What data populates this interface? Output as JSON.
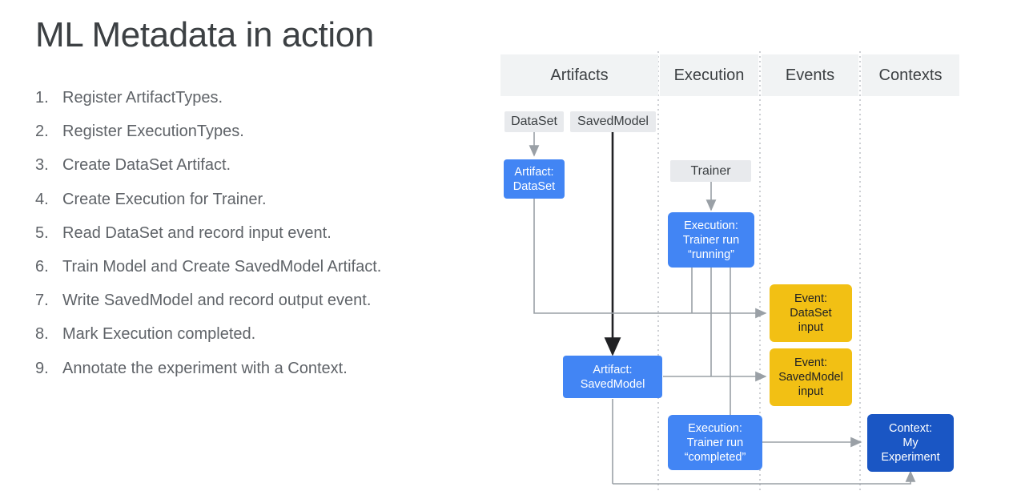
{
  "slide": {
    "title": "ML Metadata in action"
  },
  "steps": [
    {
      "num": "1.",
      "text": "Register ArtifactTypes."
    },
    {
      "num": "2.",
      "text": "Register ExecutionTypes."
    },
    {
      "num": "3.",
      "text": "Create DataSet Artifact."
    },
    {
      "num": "4.",
      "text": "Create Execution for Trainer."
    },
    {
      "num": "5.",
      "text": "Read DataSet and record input event."
    },
    {
      "num": "6.",
      "text": "Train Model and Create SavedModel Artifact."
    },
    {
      "num": "7.",
      "text": "Write SavedModel and record output event."
    },
    {
      "num": "8.",
      "text": "Mark Execution completed."
    },
    {
      "num": "9.",
      "text": "Annotate the experiment with a Context."
    }
  ],
  "diagram": {
    "columns": [
      {
        "label": "Artifacts"
      },
      {
        "label": "Execution"
      },
      {
        "label": "Events"
      },
      {
        "label": "Contexts"
      }
    ],
    "types": [
      {
        "label": "DataSet"
      },
      {
        "label": "SavedModel"
      },
      {
        "label": "Trainer"
      }
    ],
    "artifacts": [
      {
        "line1": "Artifact:",
        "line2": "DataSet"
      },
      {
        "line1": "Artifact:",
        "line2": "SavedModel"
      }
    ],
    "executions": [
      {
        "line1": "Execution:",
        "line2": "Trainer run",
        "line3": "“running”"
      },
      {
        "line1": "Execution:",
        "line2": "Trainer run",
        "line3": "“completed”"
      }
    ],
    "events": [
      {
        "line1": "Event:",
        "line2": "DataSet",
        "line3": "input"
      },
      {
        "line1": "Event:",
        "line2": "SavedModel",
        "line3": "input"
      }
    ],
    "contexts": [
      {
        "line1": "Context:",
        "line2": "My",
        "line3": "Experiment"
      }
    ],
    "colors": {
      "artifact": "#4285f4",
      "execution": "#4285f4",
      "event": "#f2c014",
      "context": "#1a56c4",
      "type_chip": "#e8eaed",
      "column_header": "#f1f3f4",
      "connector": "#9aa0a6",
      "connector_strong": "#202124"
    }
  }
}
